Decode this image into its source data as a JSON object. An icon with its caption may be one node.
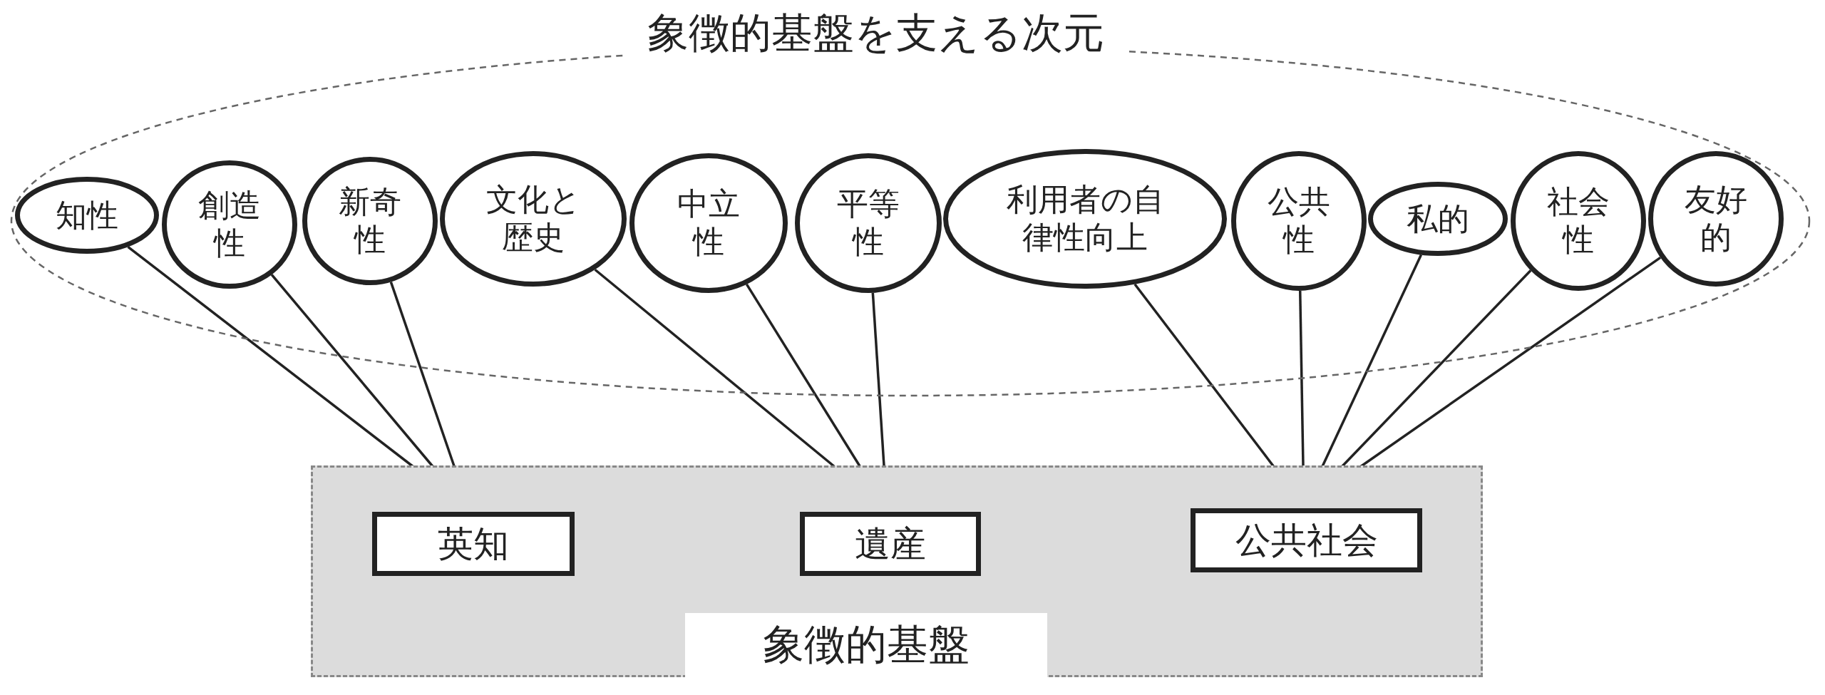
{
  "diagram": {
    "nodes": [
      {
        "text": [
          "象徴的基盤を支える次元"
        ]
      },
      {
        "text": [
          "知性"
        ],
        "in": 0
      },
      {
        "text": [
          "創造性"
        ],
        "in": 0
      },
      {
        "text": [
          "新奇性"
        ],
        "in": 0
      },
      {
        "text": [
          "文化と歴史"
        ],
        "in": 0
      },
      {
        "text": [
          "中立性"
        ],
        "in": 0
      },
      {
        "text": [
          "平等性"
        ],
        "in": 0
      },
      {
        "text": [
          "利用者の自律性向上"
        ],
        "in": 0
      },
      {
        "text": [
          "公共性"
        ],
        "in": 0
      },
      {
        "text": [
          "私的"
        ],
        "in": 0
      },
      {
        "text": [
          "社会性"
        ],
        "in": 0
      },
      {
        "text": [
          "友好的"
        ],
        "in": 0
      },
      {
        "text": [
          "象徴的基盤"
        ]
      },
      {
        "text": [
          "英知"
        ],
        "in": 12
      },
      {
        "text": [
          "遺産"
        ],
        "in": 12
      },
      {
        "text": [
          "公共社会"
        ],
        "in": 12
      }
    ],
    "edges": [
      {
        "from": 1,
        "to": 13,
        "arrow": "none"
      },
      {
        "from": 2,
        "to": 13,
        "arrow": "none"
      },
      {
        "from": 3,
        "to": 13,
        "arrow": "none"
      },
      {
        "from": 4,
        "to": 14,
        "arrow": "none"
      },
      {
        "from": 5,
        "to": 14,
        "arrow": "none"
      },
      {
        "from": 6,
        "to": 14,
        "arrow": "none"
      },
      {
        "from": 7,
        "to": 15,
        "arrow": "none"
      },
      {
        "from": 8,
        "to": 15,
        "arrow": "none"
      },
      {
        "from": 9,
        "to": 15,
        "arrow": "none"
      },
      {
        "from": 10,
        "to": 15,
        "arrow": "none"
      },
      {
        "from": 11,
        "to": 15,
        "arrow": "none"
      }
    ]
  }
}
